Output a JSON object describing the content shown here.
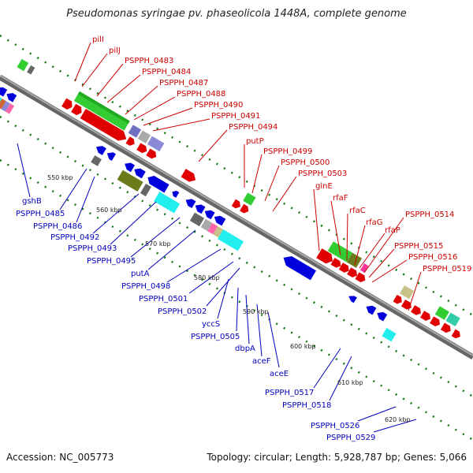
{
  "title": "Pseudomonas syringae pv. phaseolicola 1448A, complete genome",
  "footer": {
    "accession": "Accession: NC_005773",
    "topology": "Topology: circular; Length: 5,928,787 bp; Genes: 5,066"
  },
  "colors": {
    "backbone": "#888888",
    "forward_strand": "#e00000",
    "reverse_strand": "#0000dd",
    "forward_label": "#cc0000",
    "reverse_label": "#0000bb",
    "tick": "#117711",
    "cog_green": "#33cc33",
    "cog_olive": "#6b7a1a",
    "cog_cyan": "#22eeee",
    "cog_gray": "#666666",
    "cog_periwinkle": "#8a8ad8",
    "cog_tan": "#c8c28a",
    "cog_teal": "#33ccaa"
  },
  "kbp_labels": [
    "550 kbp",
    "560 kbp",
    "570 kbp",
    "580 kbp",
    "590 kbp",
    "600 kbp",
    "610 kbp",
    "620 kbp"
  ],
  "forward_genes": [
    {
      "label": "pilI"
    },
    {
      "label": "pilJ"
    },
    {
      "label": "PSPPH_0483"
    },
    {
      "label": "PSPPH_0484"
    },
    {
      "label": "PSPPH_0487"
    },
    {
      "label": "PSPPH_0488"
    },
    {
      "label": "PSPPH_0490"
    },
    {
      "label": "PSPPH_0491"
    },
    {
      "label": "PSPPH_0494"
    },
    {
      "label": "putP"
    },
    {
      "label": "PSPPH_0499"
    },
    {
      "label": "PSPPH_0500"
    },
    {
      "label": "PSPPH_0503"
    },
    {
      "label": "glnE"
    },
    {
      "label": "rfaF"
    },
    {
      "label": "rfaC"
    },
    {
      "label": "rfaG"
    },
    {
      "label": "rfaP"
    },
    {
      "label": "PSPPH_0514"
    },
    {
      "label": "PSPPH_0515"
    },
    {
      "label": "PSPPH_0516"
    },
    {
      "label": "PSPPH_0519"
    }
  ],
  "reverse_genes": [
    {
      "label": "gshB"
    },
    {
      "label": "PSPPH_0485"
    },
    {
      "label": "PSPPH_0486"
    },
    {
      "label": "PSPPH_0492"
    },
    {
      "label": "PSPPH_0493"
    },
    {
      "label": "PSPPH_0495"
    },
    {
      "label": "putA"
    },
    {
      "label": "PSPPH_0498"
    },
    {
      "label": "PSPPH_0501"
    },
    {
      "label": "PSPPH_0502"
    },
    {
      "label": "yccS"
    },
    {
      "label": "PSPPH_0505"
    },
    {
      "label": "dbpA"
    },
    {
      "label": "aceF"
    },
    {
      "label": "aceE"
    },
    {
      "label": "PSPPH_0517"
    },
    {
      "label": "PSPPH_0518"
    },
    {
      "label": "PSPPH_0526"
    },
    {
      "label": "PSPPH_0529"
    }
  ]
}
